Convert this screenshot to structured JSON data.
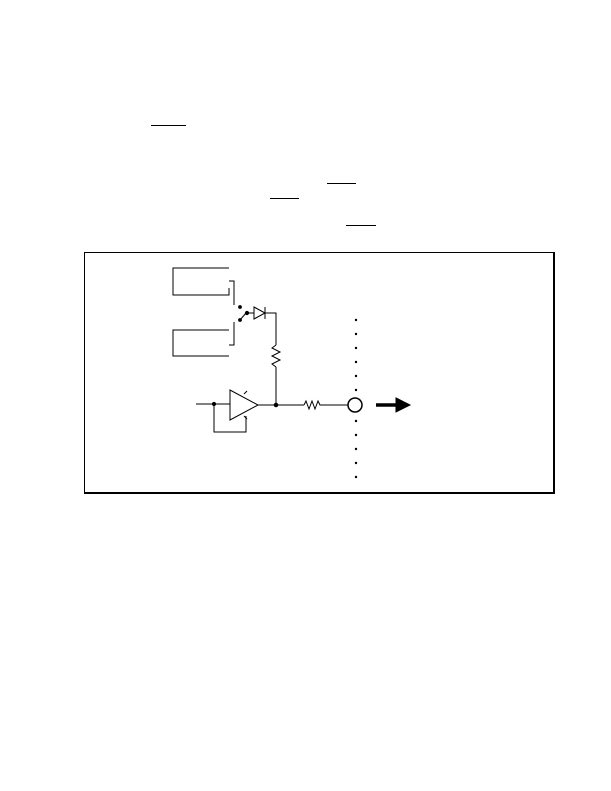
{
  "page": {
    "background": "#ffffff",
    "ink": "#000000"
  },
  "overline_marks": [
    {
      "name": "overline-mark-1"
    },
    {
      "name": "overline-mark-2"
    },
    {
      "name": "overline-mark-3"
    },
    {
      "name": "overline-mark-4"
    }
  ],
  "figure": {
    "type": "circuit-schematic",
    "components": [
      "upper-block",
      "lower-block",
      "switch",
      "diode",
      "pull-up-resistor",
      "buffer-amplifier",
      "series-resistor",
      "output-pin",
      "output-arrow",
      "chip-boundary-dotted-line"
    ]
  }
}
